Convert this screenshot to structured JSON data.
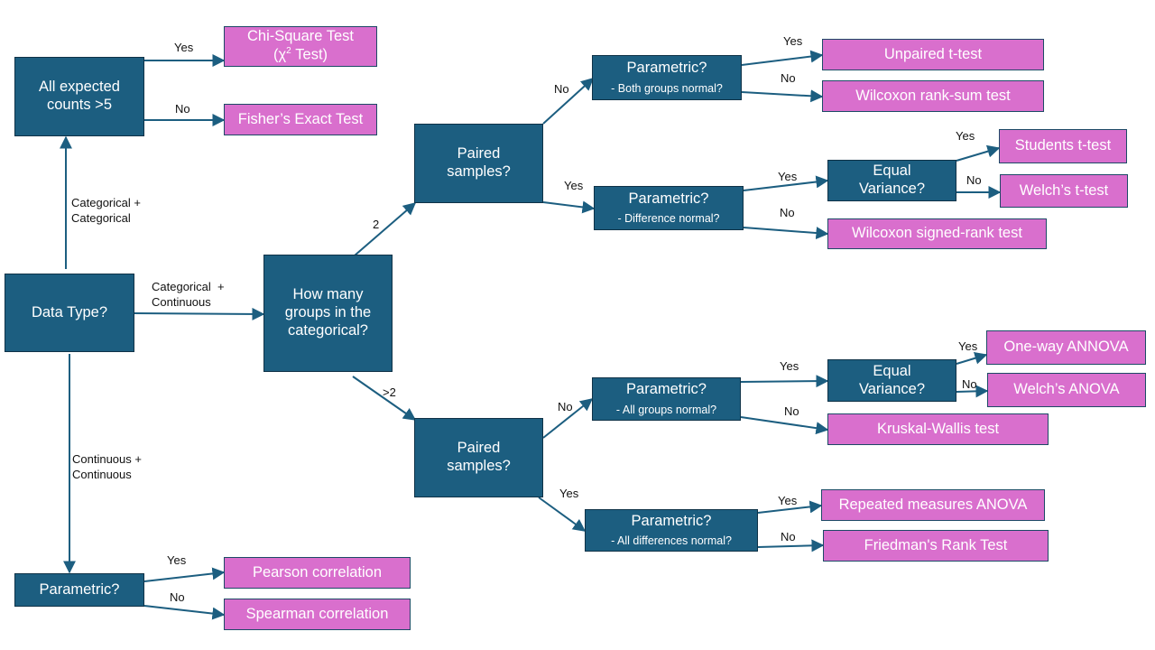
{
  "colors": {
    "decision_fill": "#1c5e80",
    "result_fill": "#d96fcd",
    "connector": "#1c5e80"
  },
  "decisions": {
    "data_type": "Data Type?",
    "all_expected_l1": "All expected",
    "all_expected_l2": "counts >5",
    "parametric_corr": "Parametric?",
    "how_many_l1": "How many",
    "how_many_l2": "groups in the",
    "how_many_l3": "categorical?",
    "paired_two_l1": "Paired",
    "paired_two_l2": "samples?",
    "paired_multi_l1": "Paired",
    "paired_multi_l2": "samples?",
    "param_unpaired_two": {
      "title": "Parametric?",
      "sub": "- Both groups normal?"
    },
    "param_paired_two": {
      "title": "Parametric?",
      "sub": "- Difference normal?"
    },
    "param_unpaired_multi": {
      "title": "Parametric?",
      "sub": "- All groups normal?"
    },
    "param_paired_multi": {
      "title": "Parametric?",
      "sub": "- All differences normal?"
    },
    "equal_var_two_l1": "Equal",
    "equal_var_two_l2": "Variance?",
    "equal_var_multi_l1": "Equal",
    "equal_var_multi_l2": "Variance?"
  },
  "results": {
    "chi_square_l1": "Chi-Square Test",
    "chi_square_l2a": "(χ",
    "chi_square_sup": "2",
    "chi_square_l2b": " Test)",
    "fisher": "Fisher’s Exact Test",
    "pearson": "Pearson correlation",
    "spearman": "Spearman correlation",
    "unpaired_t": "Unpaired t-test",
    "wilcoxon_rank_sum": "Wilcoxon rank-sum test",
    "students_t": "Students t-test",
    "welch_t": "Welch’s t-test",
    "wilcoxon_signed_rank": "Wilcoxon signed-rank test",
    "one_way_anova": "One-way ANNOVA",
    "welch_anova": "Welch’s ANOVA",
    "kruskal_wallis": "Kruskal-Wallis test",
    "repeated_measures": "Repeated measures ANOVA",
    "friedman": "Friedman's Rank Test"
  },
  "edge_labels": {
    "cat_cat_l1": "Categorical +",
    "cat_cat_l2": "Categorical",
    "cat_cont_l1": "Categorical  +",
    "cat_cont_l2": "Continuous",
    "cont_cont_l1": "Continuous +",
    "cont_cont_l2": "Continuous",
    "chi_yes": "Yes",
    "fisher_no": "No",
    "pearson_yes": "Yes",
    "spearman_no": "No",
    "groups_two": "2",
    "groups_many": ">2",
    "paired_two_no": "No",
    "paired_two_yes": "Yes",
    "unpaired_t_yes": "Yes",
    "rank_sum_no": "No",
    "equal_var_two_yes": "Yes",
    "signed_rank_no": "No",
    "students_yes": "Yes",
    "welch_t_no": "No",
    "paired_multi_no": "No",
    "paired_multi_yes": "Yes",
    "equal_var_multi_yes": "Yes",
    "kruskal_no": "No",
    "one_way_yes": "Yes",
    "welch_anova_no": "No",
    "repeated_yes": "Yes",
    "friedman_no": "No"
  }
}
